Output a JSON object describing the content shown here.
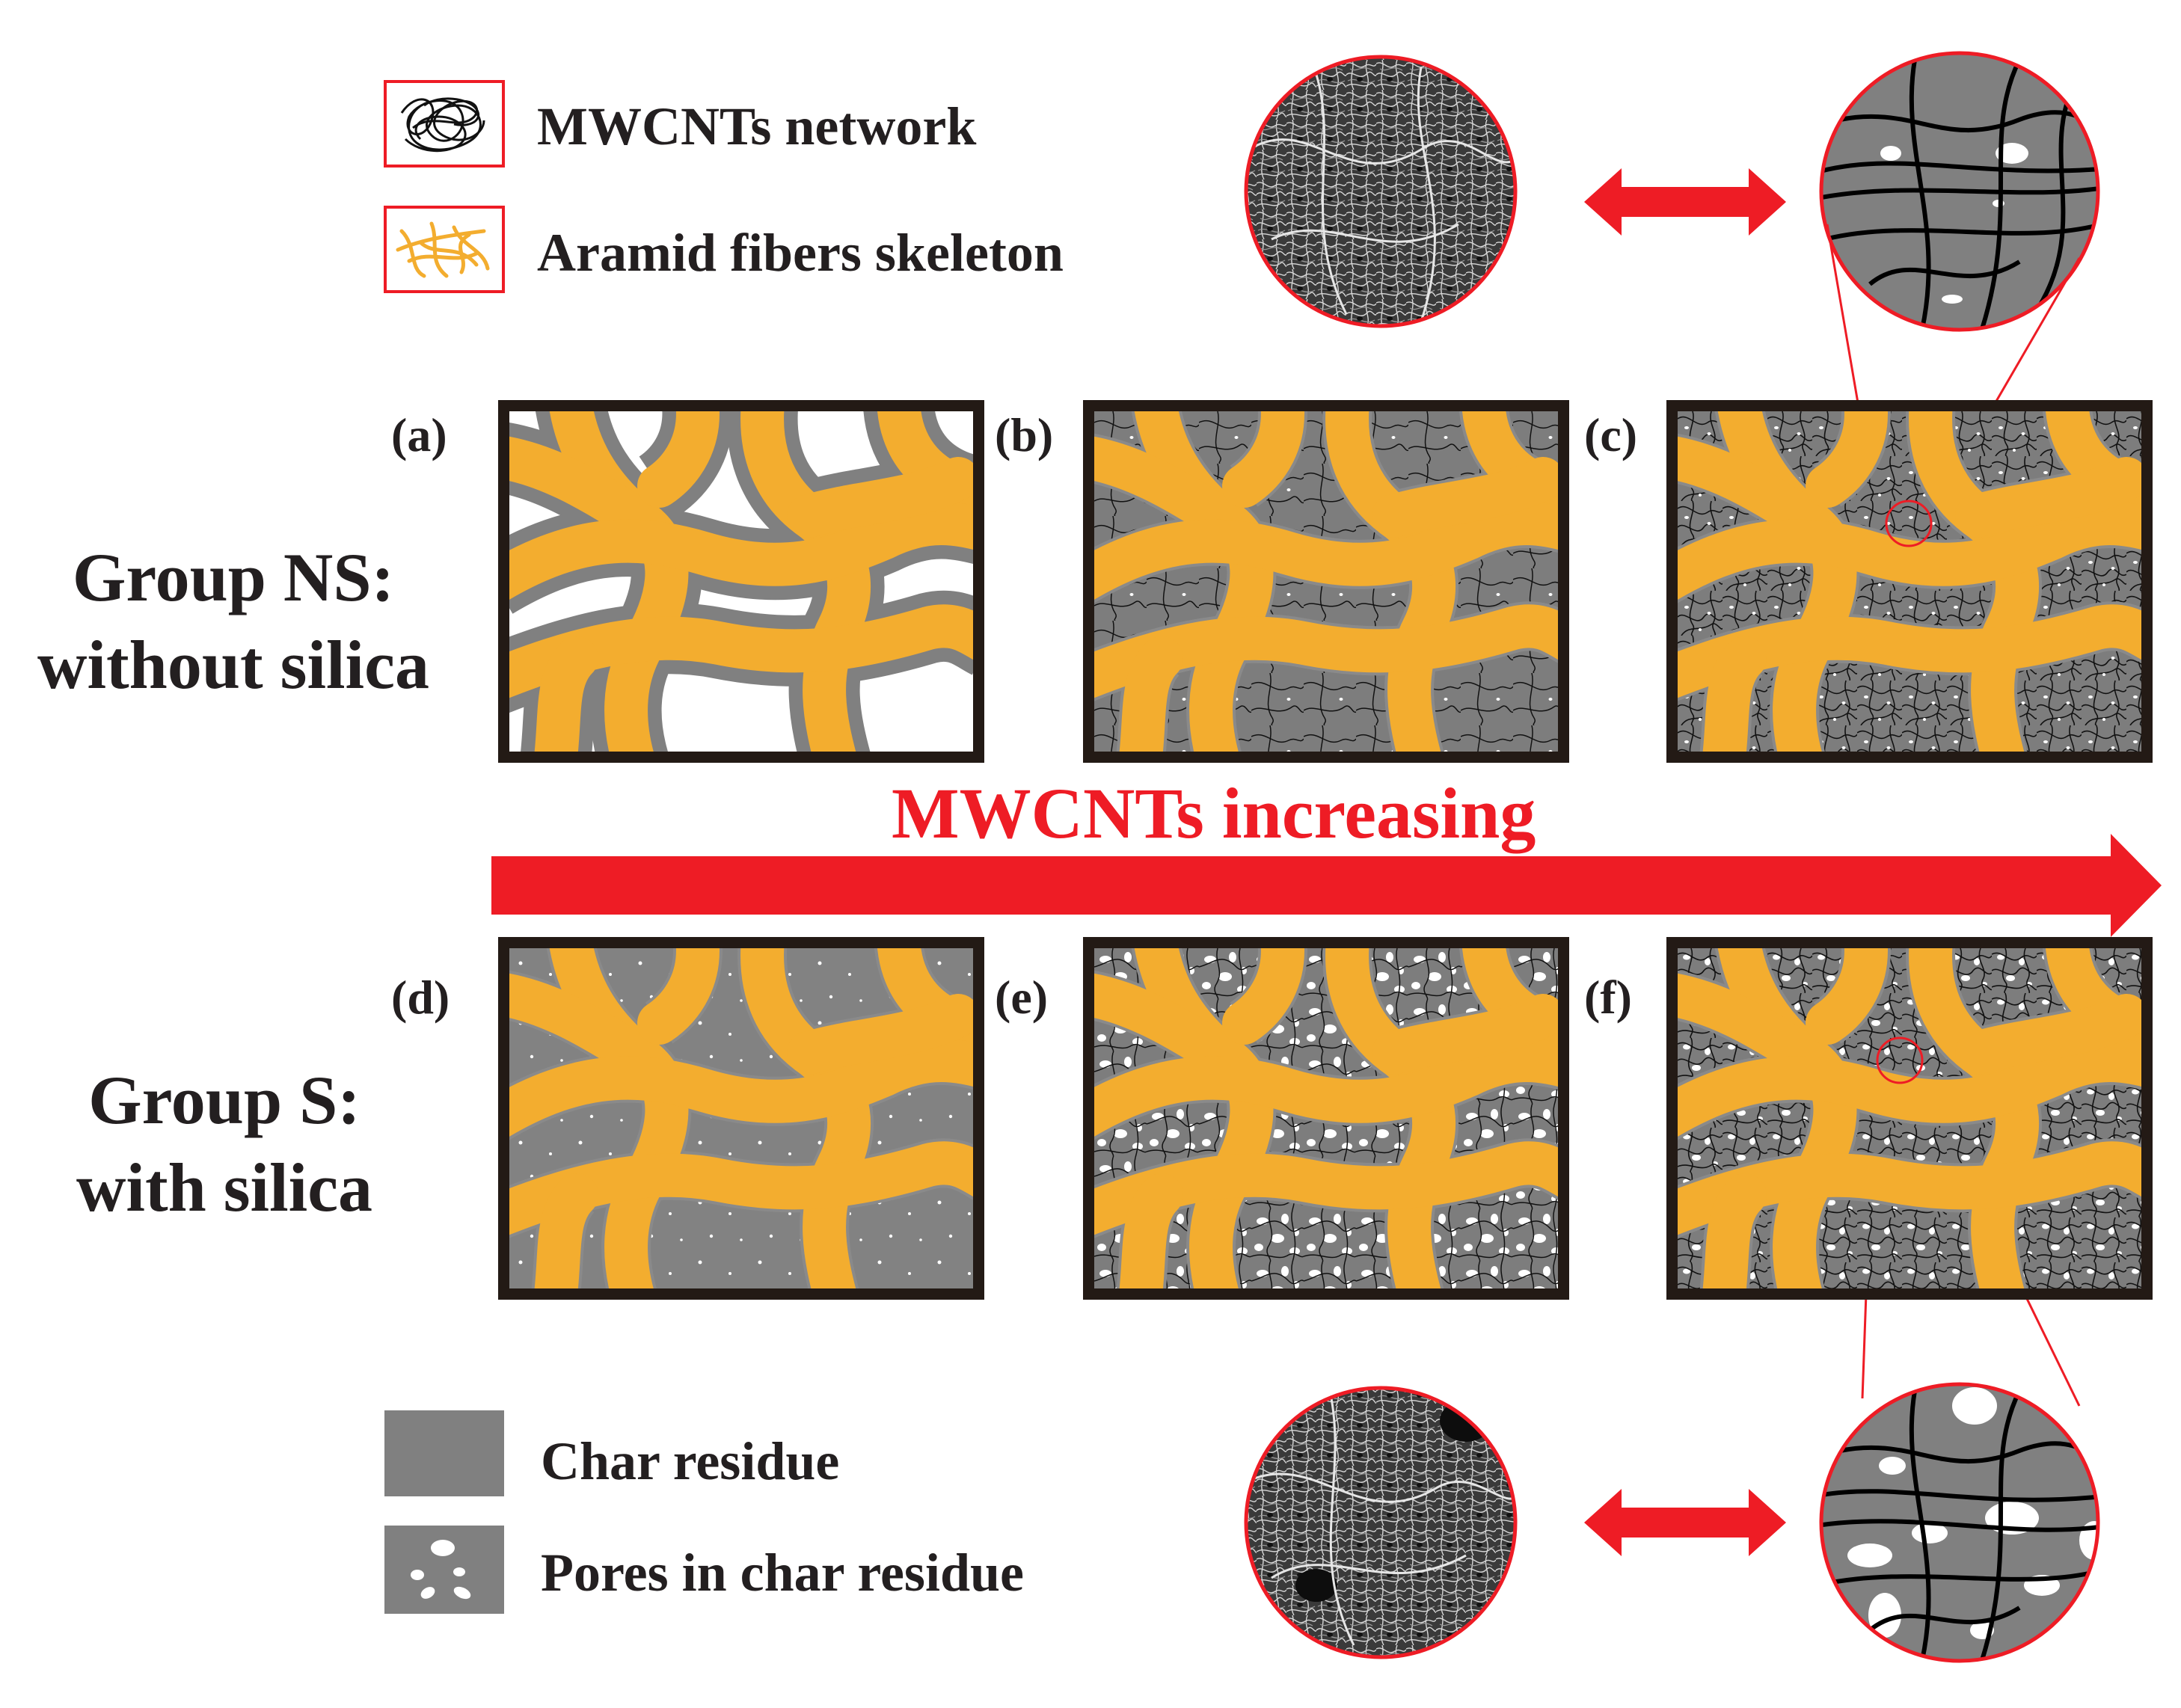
{
  "legend_top": {
    "mwcnt_label": "MWCNTs network",
    "aramid_label": "Aramid fibers skeleton"
  },
  "legend_bottom": {
    "char_label": "Char residue",
    "pores_label": "Pores in char residue"
  },
  "groups": {
    "ns_line1": "Group NS:",
    "ns_line2": "without silica",
    "s_line1": "Group S:",
    "s_line2": "with silica"
  },
  "panels": [
    {
      "id": "a",
      "label": "(a)",
      "group": "NS",
      "mwcnt_level": 0,
      "fill": "white-voids"
    },
    {
      "id": "b",
      "label": "(b)",
      "group": "NS",
      "mwcnt_level": 1,
      "fill": "partial-network"
    },
    {
      "id": "c",
      "label": "(c)",
      "group": "NS",
      "mwcnt_level": 2,
      "fill": "dense-network"
    },
    {
      "id": "d",
      "label": "(d)",
      "group": "S",
      "mwcnt_level": 0,
      "fill": "char-with-small-pores"
    },
    {
      "id": "e",
      "label": "(e)",
      "group": "S",
      "mwcnt_level": 1,
      "fill": "network-with-pores"
    },
    {
      "id": "f",
      "label": "(f)",
      "group": "S",
      "mwcnt_level": 2,
      "fill": "dense-network-with-pores"
    }
  ],
  "arrow_label": "MWCNTs increasing",
  "colors": {
    "aramid": "#f3ad2f",
    "char": "#808080",
    "frame": "#231a15",
    "accent_red": "#ee1c25",
    "text": "#231f20",
    "pore": "#ffffff"
  },
  "icons": {
    "sem_image": "sem-micrograph",
    "schematic": "zoom-schematic-circle",
    "double_arrow": "double-arrow-icon"
  }
}
